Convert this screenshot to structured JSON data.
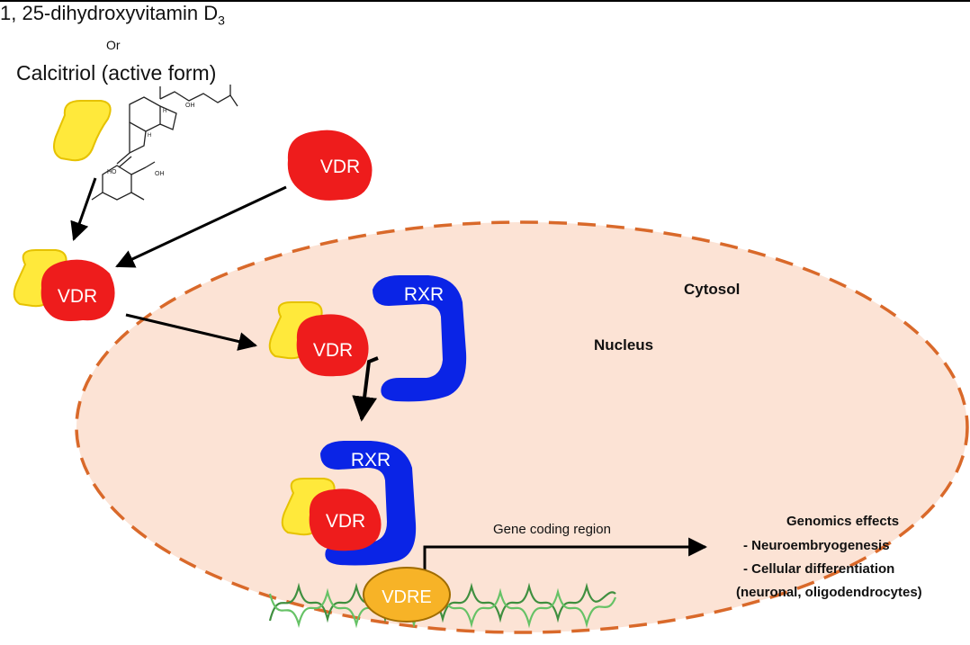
{
  "title": {
    "line1": "1, 25-dihydroxyvitamin D",
    "line1_subscript": "3",
    "or": "Or",
    "line2": "Calcitriol (active form)"
  },
  "molecule": {
    "labels": {
      "hydroxyl_side_chain": "OH",
      "hydroxyl_left": "HO",
      "hydroxyl_right": "OH",
      "h_top": "H",
      "h_mid": "H"
    }
  },
  "proteins": {
    "vdr_free": "VDR",
    "vdr_bound": "VDR",
    "vdr_nucleus": "VDR",
    "rxr_nucleus": "RXR",
    "rxr_complex": "RXR",
    "vdr_complex": "VDR",
    "vdre": "VDRE"
  },
  "regions": {
    "cytosol": "Cytosol",
    "nucleus": "Nucleus"
  },
  "gene_label": "Gene coding region",
  "genomic_effects": {
    "title": "Genomics effects",
    "items": [
      "- Neuroembryogenesis",
      "- Cellular differentiation",
      "(neuronal, oligodendrocytes)"
    ]
  },
  "colors": {
    "ligand": "#ffe93b",
    "ligand_stroke": "#e6c200",
    "vdr": "#ee1c1c",
    "rxr": "#0a24e6",
    "vdre": "#f7b327",
    "nucleus_fill": "#fce3d5",
    "nucleus_border": "#d9692a",
    "dna": "#4caf50"
  }
}
